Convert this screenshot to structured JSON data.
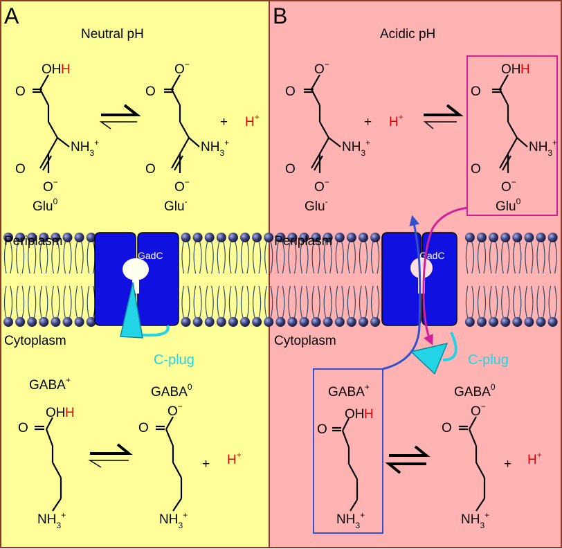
{
  "panel_a": {
    "letter": "A",
    "title": "Neutral pH",
    "membrane": {
      "top_label": "Periplasm",
      "bottom_label": "Cytoplasm",
      "transporter": "GadC",
      "plug_label": "C-plug"
    },
    "glu_left": {
      "oh": "OH",
      "h": "H",
      "o": "O",
      "o_minus": "O",
      "nh3": "NH",
      "label": "Glu",
      "label_sup": "0"
    },
    "glu_right": {
      "o_minus_top": "O",
      "o": "O",
      "o_minus": "O",
      "nh3": "NH",
      "label": "Glu",
      "label_sup": "-"
    },
    "plus": "+",
    "proton": "H",
    "gaba_left": {
      "label": "GABA",
      "label_sup": "+",
      "oh": "OH",
      "h": "H",
      "o": "O",
      "nh3": "NH"
    },
    "gaba_right": {
      "label": "GABA",
      "label_sup": "0",
      "o_minus": "O",
      "o": "O",
      "nh3": "NH"
    }
  },
  "panel_b": {
    "letter": "B",
    "title": "Acidic pH",
    "membrane": {
      "top_label": "Periplasm",
      "bottom_label": "Cytoplasm",
      "transporter": "GadC",
      "plug_label": "C-plug"
    },
    "glu_left": {
      "o_minus_top": "O",
      "o": "O",
      "o_minus": "O",
      "nh3": "NH",
      "label": "Glu",
      "label_sup": "-"
    },
    "glu_right": {
      "oh": "OH",
      "h": "H",
      "o": "O",
      "o_minus": "O",
      "nh3": "NH",
      "label": "Glu",
      "label_sup": "0"
    },
    "plus": "+",
    "proton": "H",
    "gaba_left": {
      "label": "GABA",
      "label_sup": "+",
      "oh": "OH",
      "h": "H",
      "o": "O",
      "nh3": "NH"
    },
    "gaba_right": {
      "label": "GABA",
      "label_sup": "0",
      "o_minus": "O",
      "o": "O",
      "nh3": "NH"
    }
  },
  "colors": {
    "panel_a_bg": "#ffff99",
    "panel_b_bg": "#ffb3b3",
    "membrane_head": "#3a3f7a",
    "transporter": "#1010e0",
    "plug": "#22d4e6",
    "glu_path": "#d0209a",
    "gaba_path": "#3050d0",
    "proton": "#e00000"
  },
  "sup": {
    "minus": "−",
    "plus": "+",
    "three": "3"
  }
}
